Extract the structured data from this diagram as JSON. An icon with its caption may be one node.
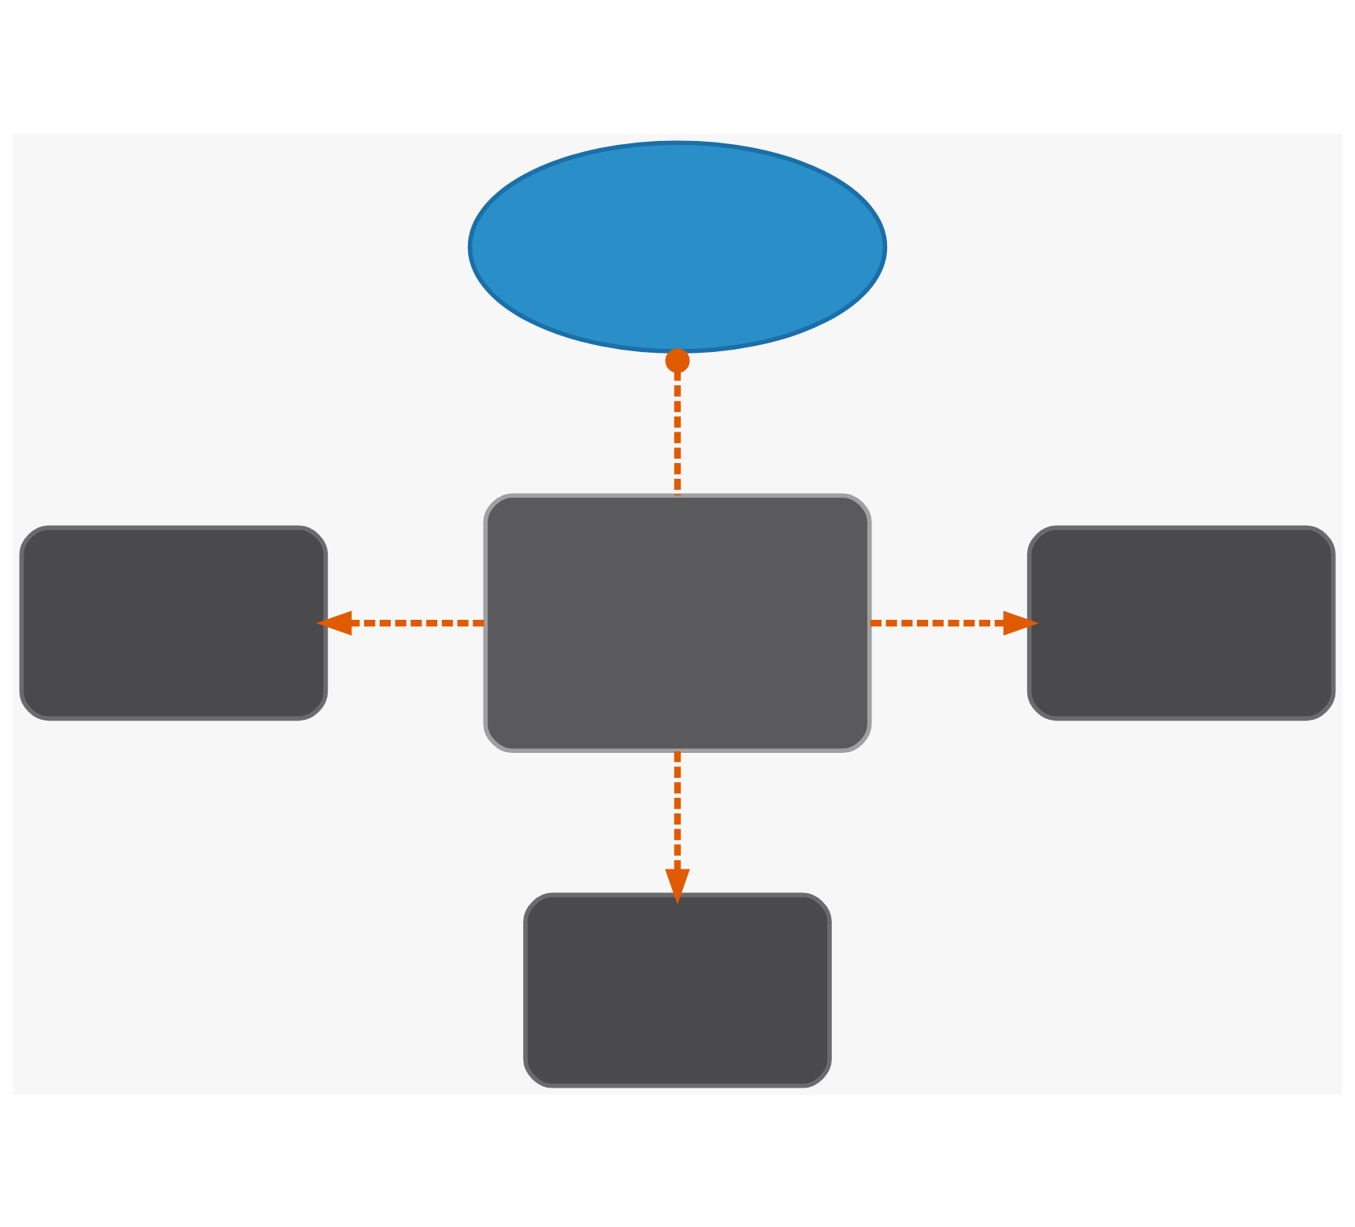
{
  "diagram": {
    "nodes": [
      {
        "text": [],
        "shape": "cloud"
      },
      {
        "text": [],
        "shape": "box"
      },
      {
        "text": [],
        "shape": "box"
      },
      {
        "text": [],
        "shape": "box"
      },
      {
        "text": [],
        "shape": "box"
      }
    ],
    "edges": [
      {
        "from": 0,
        "to": 2,
        "arrow": "other",
        "style": "dashed"
      },
      {
        "from": 2,
        "to": 1,
        "arrow": "to",
        "style": "dashed"
      },
      {
        "from": 2,
        "to": 3,
        "arrow": "to",
        "style": "dashed"
      },
      {
        "from": 2,
        "to": 4,
        "arrow": "to",
        "style": "dashed"
      }
    ]
  }
}
